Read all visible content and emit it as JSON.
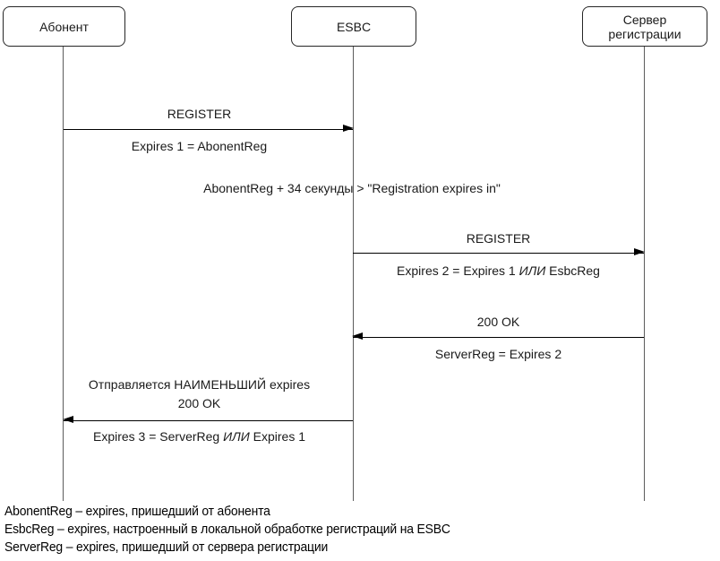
{
  "diagram": {
    "actors": [
      {
        "label": "Абонент"
      },
      {
        "label": "ESBC"
      },
      {
        "label": "Сервер\nрегистрации"
      }
    ],
    "messages": [
      {
        "title": "REGISTER",
        "subtitle": "Expires 1 = AbonentReg"
      },
      {
        "title": "REGISTER",
        "subtitle_pre": "Expires 2 = Expires 1 ",
        "subtitle_em": "ИЛИ",
        "subtitle_post": " EsbcReg"
      },
      {
        "title": "200 OK",
        "subtitle": "ServerReg = Expires 2"
      },
      {
        "pretitle": "Отправляется НАИМЕНЬШИЙ expires",
        "title": "200 OK",
        "subtitle_pre": "Expires 3 = ServerReg ",
        "subtitle_em": "ИЛИ",
        "subtitle_post": " Expires 1"
      }
    ],
    "note": "AbonentReg + 34 секунды > \"Registration expires in\"",
    "legend": [
      "AbonentReg – expires, пришедший от абонента",
      "EsbcReg – expires, настроенный в локальной обработке регистраций на ESBC",
      "ServerReg – expires, пришедший от сервера регистрации"
    ],
    "colors": {
      "background": "#ffffff",
      "box_border": "#262626",
      "lifeline": "#5c5c5c",
      "arrow": "#000000",
      "text": "#1a1a1a"
    }
  }
}
